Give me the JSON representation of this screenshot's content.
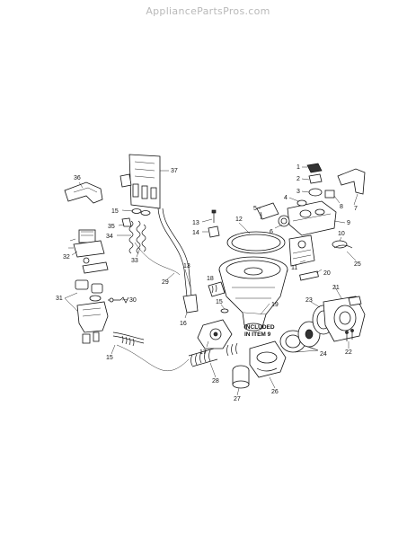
{
  "watermark": "AppliancePartsPros.com",
  "note": {
    "line1": "INCLUDED",
    "line2": "IN ITEM 9"
  },
  "callouts": [
    {
      "id": "c1",
      "text": "1"
    },
    {
      "id": "c2",
      "text": "2"
    },
    {
      "id": "c3",
      "text": "3"
    },
    {
      "id": "c4",
      "text": "4"
    },
    {
      "id": "c5",
      "text": "5"
    },
    {
      "id": "c6",
      "text": "6"
    },
    {
      "id": "c7",
      "text": "7"
    },
    {
      "id": "c8",
      "text": "8"
    },
    {
      "id": "c9",
      "text": "9"
    },
    {
      "id": "c10",
      "text": "10"
    },
    {
      "id": "c11",
      "text": "11"
    },
    {
      "id": "c12",
      "text": "12"
    },
    {
      "id": "c13a",
      "text": "13"
    },
    {
      "id": "c13b",
      "text": "13"
    },
    {
      "id": "c14",
      "text": "14"
    },
    {
      "id": "c15a",
      "text": "15"
    },
    {
      "id": "c15b",
      "text": "15"
    },
    {
      "id": "c15c",
      "text": "15"
    },
    {
      "id": "c16",
      "text": "16"
    },
    {
      "id": "c17",
      "text": "17"
    },
    {
      "id": "c18",
      "text": "18"
    },
    {
      "id": "c19",
      "text": "19"
    },
    {
      "id": "c20",
      "text": "20"
    },
    {
      "id": "c21",
      "text": "21"
    },
    {
      "id": "c22",
      "text": "22"
    },
    {
      "id": "c23",
      "text": "23"
    },
    {
      "id": "c24",
      "text": "24"
    },
    {
      "id": "c25",
      "text": "25"
    },
    {
      "id": "c26",
      "text": "26"
    },
    {
      "id": "c27",
      "text": "27"
    },
    {
      "id": "c28",
      "text": "28"
    },
    {
      "id": "c29",
      "text": "29"
    },
    {
      "id": "c30",
      "text": "30"
    },
    {
      "id": "c31",
      "text": "31"
    },
    {
      "id": "c32",
      "text": "32"
    },
    {
      "id": "c33",
      "text": "33"
    },
    {
      "id": "c34",
      "text": "34"
    },
    {
      "id": "c35",
      "text": "35"
    },
    {
      "id": "c36",
      "text": "36"
    },
    {
      "id": "c37",
      "text": "37"
    }
  ]
}
